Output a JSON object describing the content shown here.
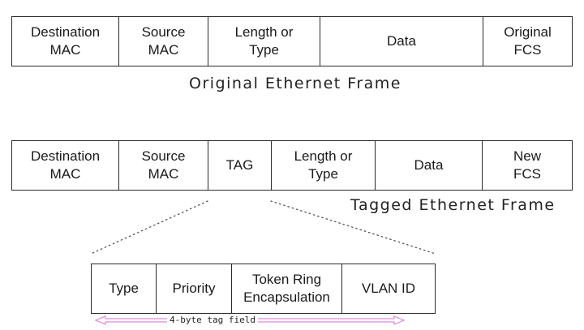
{
  "original_frame": {
    "fields": [
      {
        "label": "Destination\nMAC"
      },
      {
        "label": "Source\nMAC"
      },
      {
        "label": "Length or\nType"
      },
      {
        "label": "Data"
      },
      {
        "label": "Original\nFCS"
      }
    ],
    "caption": "Original Ethernet Frame"
  },
  "tagged_frame": {
    "fields": [
      {
        "label": "Destination\nMAC"
      },
      {
        "label": "Source\nMAC"
      },
      {
        "label": "TAG"
      },
      {
        "label": "Length or\nType"
      },
      {
        "label": "Data"
      },
      {
        "label": "New\nFCS"
      }
    ],
    "caption": "Tagged Ethernet Frame"
  },
  "tag_detail": {
    "fields": [
      {
        "label": "Type"
      },
      {
        "label": "Priority"
      },
      {
        "label": "Token Ring\nEncapsulation"
      },
      {
        "label": "VLAN ID"
      }
    ],
    "span_label": "4-byte tag field"
  },
  "colors": {
    "border": "#2a2a2a",
    "arrow": "#d98ad9",
    "dots": "#555555"
  }
}
